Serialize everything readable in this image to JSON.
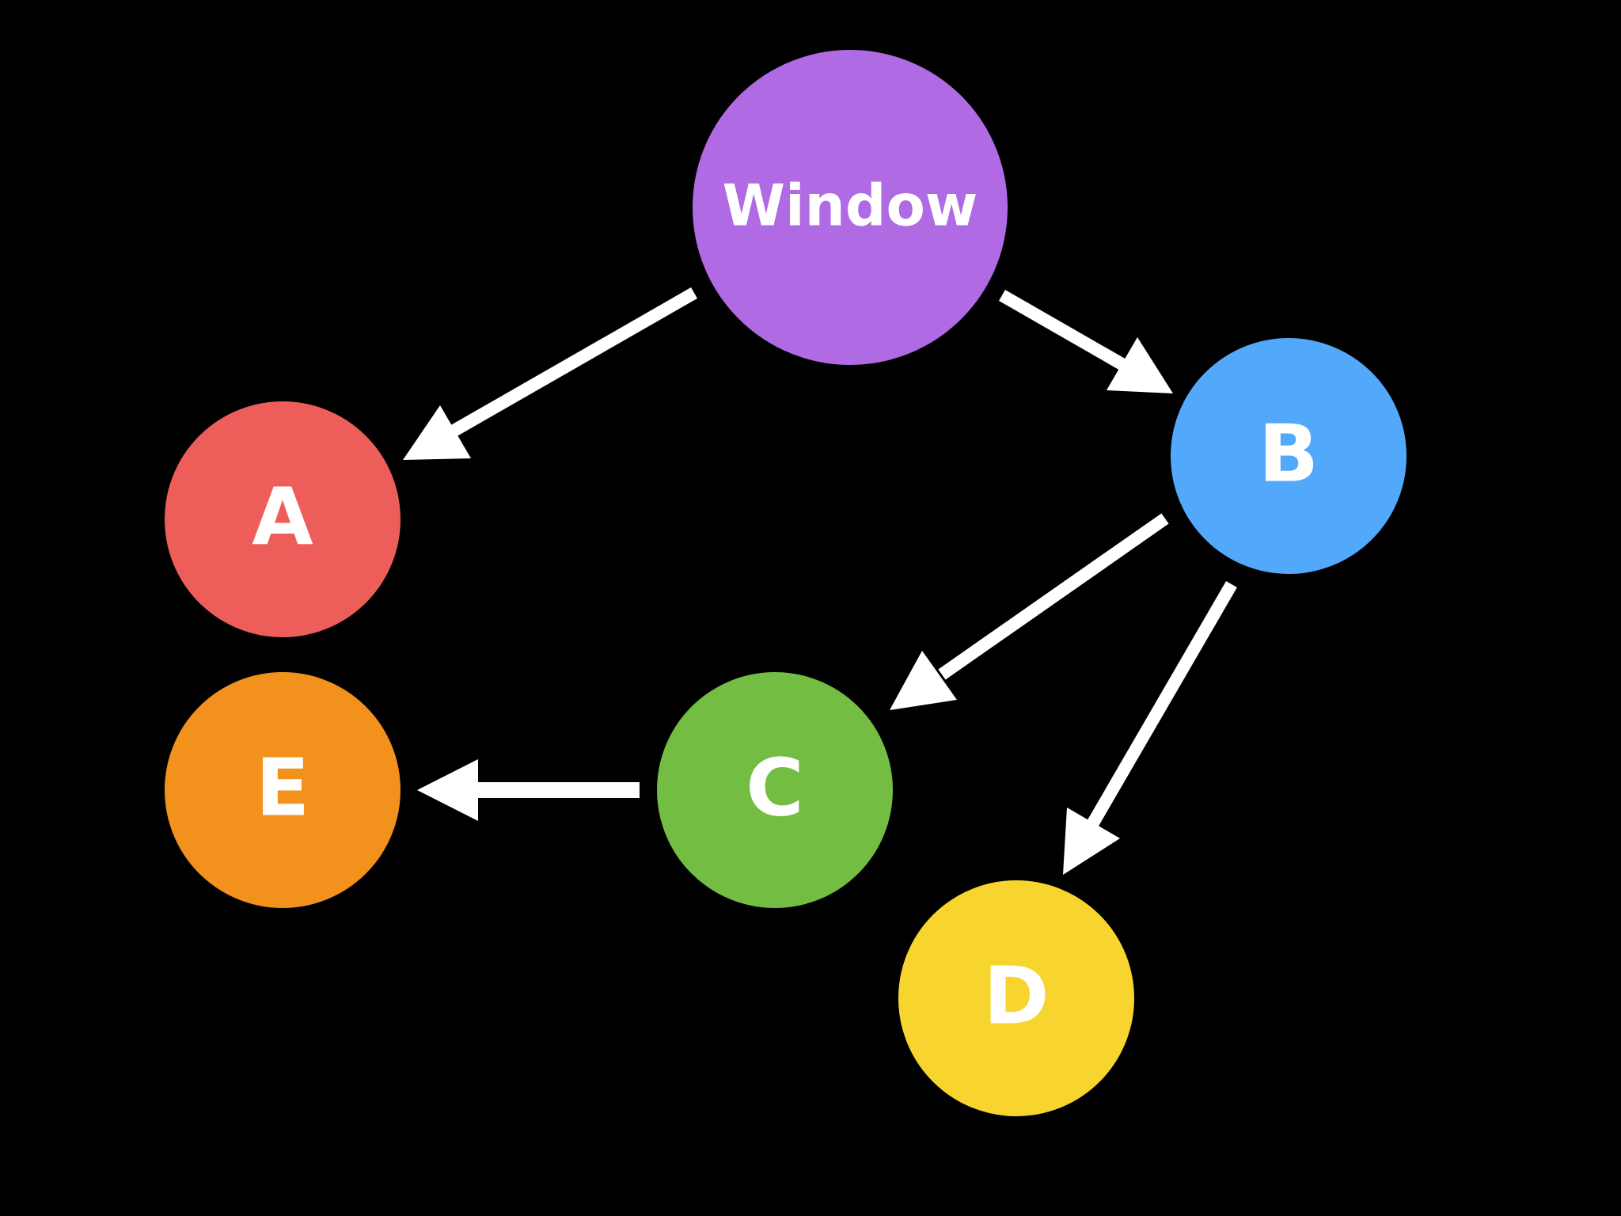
{
  "diagram": {
    "background": "#000000",
    "edge_color": "#ffffff",
    "nodes": [
      {
        "id": "window",
        "label": "Window",
        "color": "#b06ae4"
      },
      {
        "id": "a",
        "label": "A",
        "color": "#ed5e5a"
      },
      {
        "id": "b",
        "label": "B",
        "color": "#52a8fa"
      },
      {
        "id": "c",
        "label": "C",
        "color": "#72bd42"
      },
      {
        "id": "d",
        "label": "D",
        "color": "#f7d52e"
      },
      {
        "id": "e",
        "label": "E",
        "color": "#f3911d"
      }
    ],
    "edges": [
      {
        "from": "window",
        "to": "a"
      },
      {
        "from": "window",
        "to": "b"
      },
      {
        "from": "b",
        "to": "c"
      },
      {
        "from": "b",
        "to": "d"
      },
      {
        "from": "c",
        "to": "e"
      }
    ]
  }
}
